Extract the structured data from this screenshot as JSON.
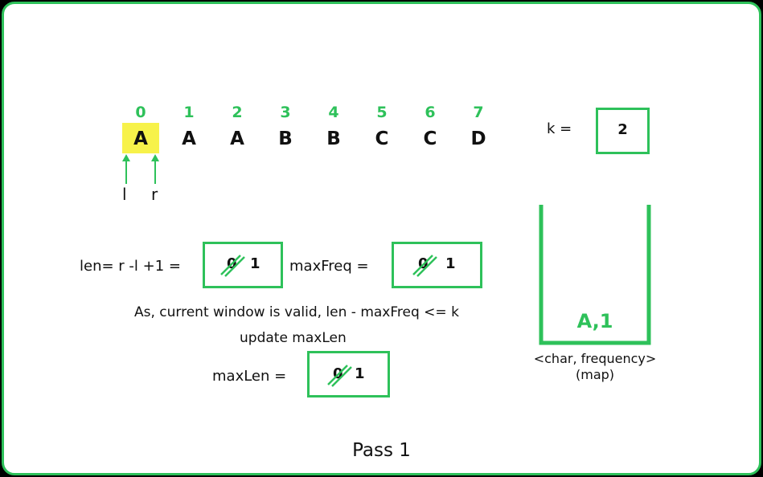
{
  "array": {
    "indices": [
      "0",
      "1",
      "2",
      "3",
      "4",
      "5",
      "6",
      "7"
    ],
    "chars": [
      "A",
      "A",
      "A",
      "B",
      "B",
      "C",
      "C",
      "D"
    ],
    "highlighted_index": 0
  },
  "pointers": {
    "left": "l",
    "right": "r"
  },
  "k": {
    "label": "k =",
    "value": "2"
  },
  "len": {
    "label": "len= r -l +1  =",
    "old_value": "0",
    "new_value": "1"
  },
  "maxFreq": {
    "label": "maxFreq =",
    "old_value": "0",
    "new_value": "1"
  },
  "note": {
    "line1": "As, current window is valid, len - maxFreq  <= k",
    "line2": "update maxLen"
  },
  "maxLen": {
    "label": "maxLen =",
    "old_value": "0",
    "new_value": "1"
  },
  "map": {
    "entry": "A,1",
    "caption1": "<char, frequency>",
    "caption2": "(map)"
  },
  "footer": "Pass 1",
  "colors": {
    "accent": "#2ec15a",
    "highlight": "#f7f24a",
    "text": "#111111"
  }
}
